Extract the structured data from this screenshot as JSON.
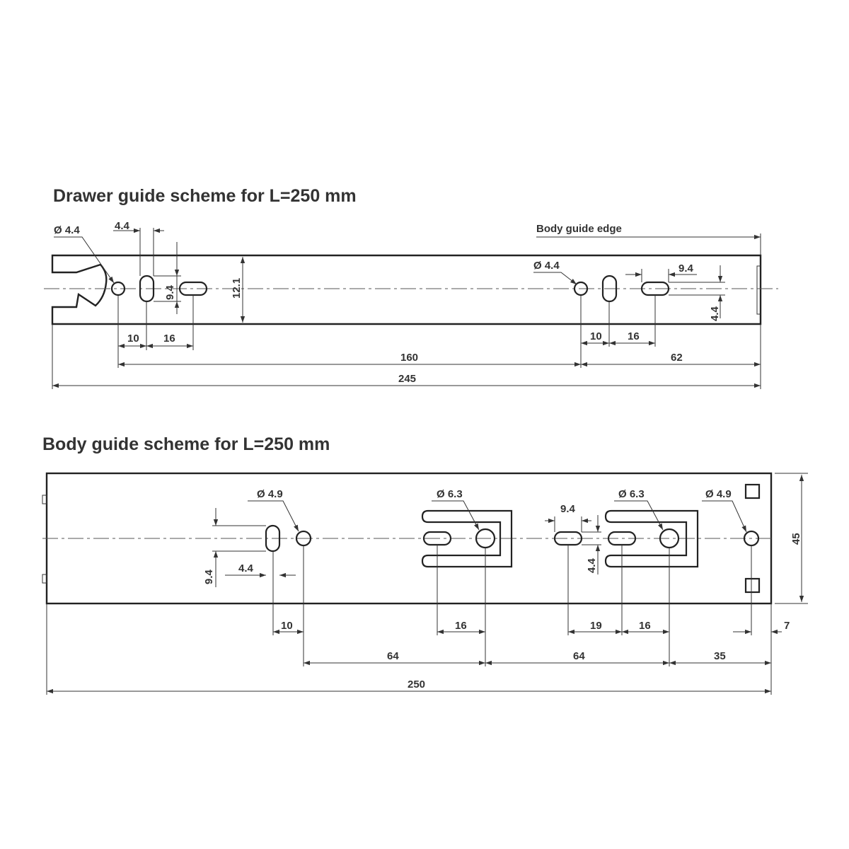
{
  "drawer": {
    "title": "Drawer guide scheme for L=250 mm",
    "hole_dia": "Ø 4.4",
    "hole_dia_right": "Ø 4.4",
    "slot_w": "4.4",
    "slot_len": "9.4",
    "height": "12.1",
    "edge_label": "Body guide edge",
    "right_slot_len": "9.4",
    "right_slot_w": "4.4",
    "d10a": "10",
    "d16a": "16",
    "d10b": "10",
    "d16b": "16",
    "d160": "160",
    "d62": "62",
    "d245": "245"
  },
  "body": {
    "title": "Body guide scheme for L=250 mm",
    "dia1": "Ø 4.9",
    "dia2": "Ø 6.3",
    "dia3": "Ø 6.3",
    "dia4": "Ø 4.9",
    "slot_len": "9.4",
    "slot_w": "4.4",
    "slot_len2": "9.4",
    "slot_w2": "4.4",
    "height": "45",
    "d10": "10",
    "d16a": "16",
    "d19": "19",
    "d16b": "16",
    "d7": "7",
    "d64a": "64",
    "d64b": "64",
    "d35": "35",
    "d250": "250"
  }
}
